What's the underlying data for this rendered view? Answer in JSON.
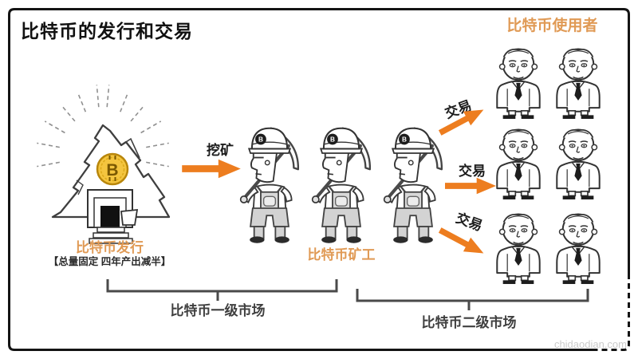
{
  "title": "比特币的发行和交易",
  "issuance": {
    "label": "比特币发行",
    "note": "【总量固定 四年产出减半】"
  },
  "mining": {
    "arrow_label": "挖矿"
  },
  "miners": {
    "label": "比特币矿工",
    "count": 3,
    "helmet_badge": "B"
  },
  "users": {
    "label": "比特币使用者",
    "count": 6
  },
  "trades": {
    "labels": [
      "交易",
      "交易",
      "交易"
    ]
  },
  "markets": {
    "primary": "比特币一级市场",
    "secondary": "比特币二级市场"
  },
  "coin": {
    "symbol": "B"
  },
  "watermark": "chidaodian.com",
  "colors": {
    "arrow_orange": "#ED7D1F",
    "label_orange": "#E09A55",
    "coin_gold": "#F4C53F",
    "ink": "#141414",
    "brace_gray": "#4a4a4a"
  }
}
